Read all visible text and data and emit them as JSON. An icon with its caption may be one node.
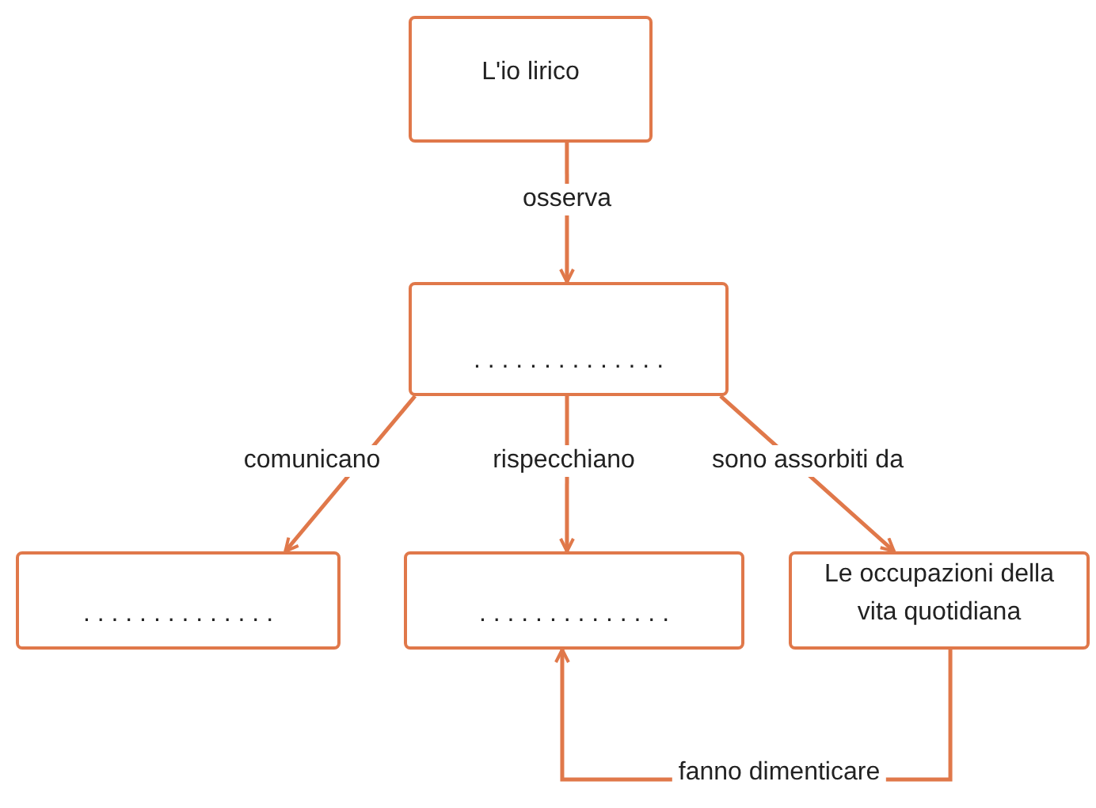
{
  "diagram": {
    "nodes": [
      {
        "text": [
          "L'io lirico"
        ]
      },
      {
        "text": [
          ". . . . . . . . . . . . . ."
        ]
      },
      {
        "text": [
          ". . . . . . . . . . . . . ."
        ]
      },
      {
        "text": [
          ". . . . . . . . . . . . . ."
        ]
      },
      {
        "text": [
          "Le occupazioni della vita quotidiana"
        ]
      }
    ],
    "edges": [
      {
        "from": 0,
        "to": 1,
        "arrow": "to",
        "label": "osserva"
      },
      {
        "from": 1,
        "to": 2,
        "arrow": "to",
        "label": "comunicano"
      },
      {
        "from": 1,
        "to": 3,
        "arrow": "to",
        "label": "rispecchiano"
      },
      {
        "from": 1,
        "to": 4,
        "arrow": "to",
        "label": "sono assorbiti da"
      },
      {
        "from": 4,
        "to": 3,
        "arrow": "to",
        "label": "fanno dimenticare"
      }
    ]
  }
}
